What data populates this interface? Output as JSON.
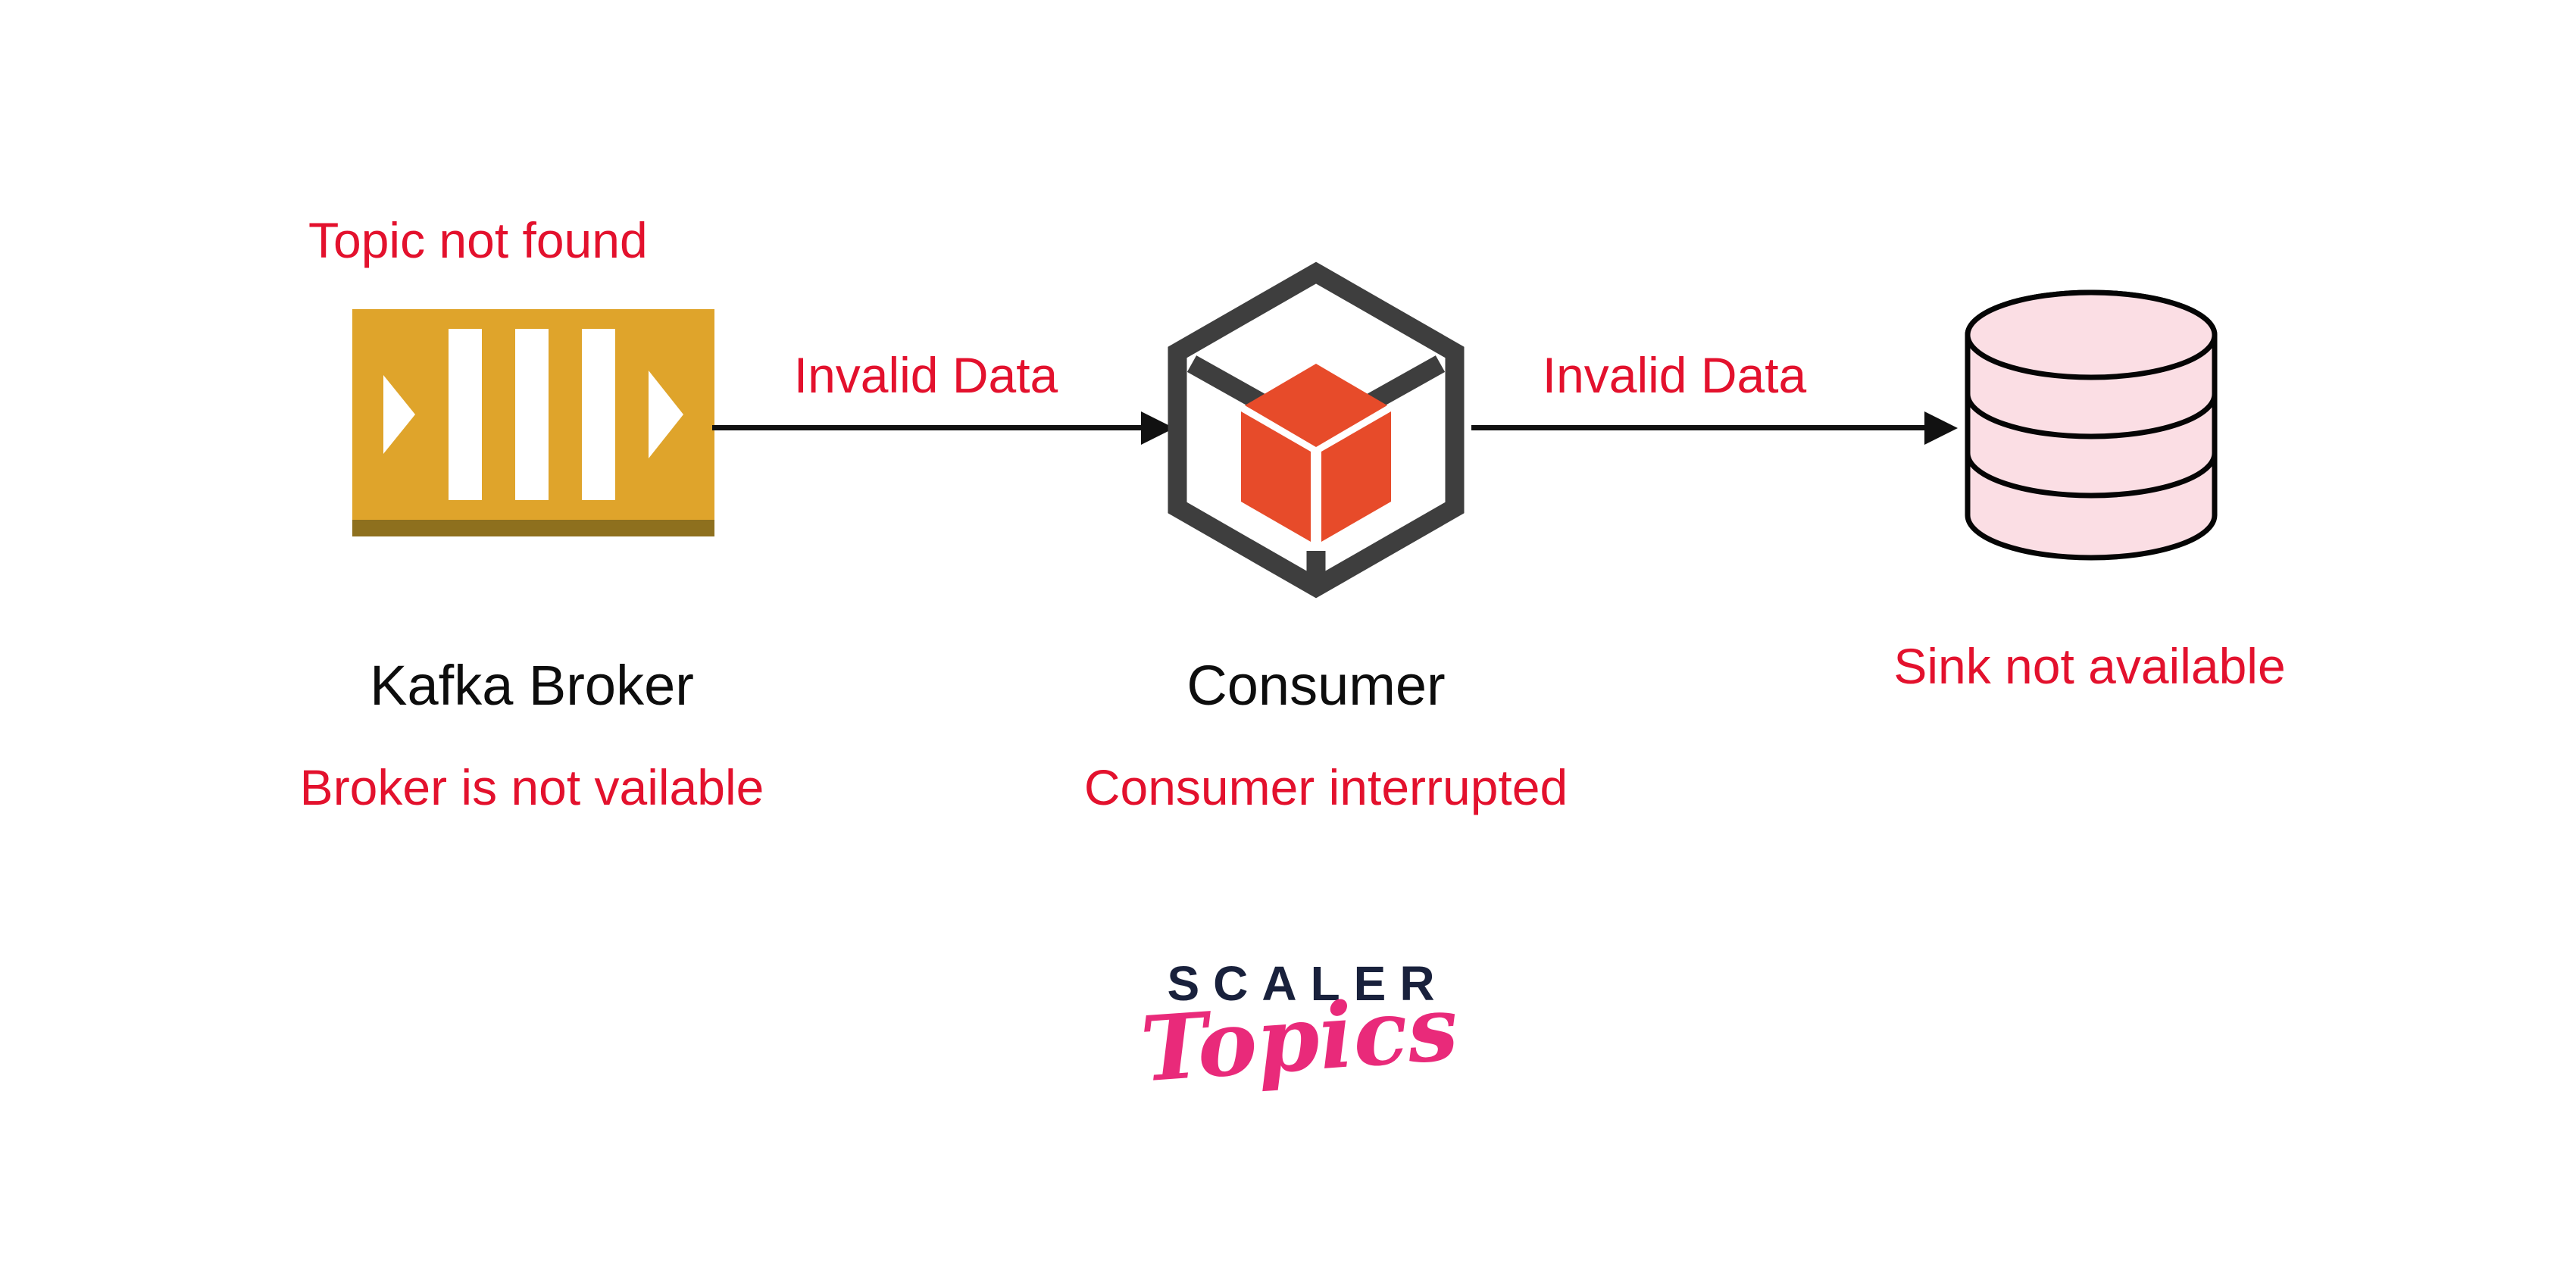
{
  "background": "#FFFFFF",
  "colors": {
    "error_red": "#E3112D",
    "label_black": "#0D0D0D",
    "arrow_black": "#111111",
    "broker_gold": "#DFA42B",
    "broker_base_gold": "#8E701E",
    "broker_glyph_white": "#FFFFFF",
    "cube_outline_gray": "#3E3E3E",
    "cube_fill_orange": "#E74B2A",
    "sink_fill_pink": "#FBDEE4",
    "sink_stroke_black": "#050505",
    "logo_navy": "#19213C",
    "logo_pink": "#E92A7A"
  },
  "nodes": {
    "broker": {
      "label": "Kafka Broker",
      "annotation_above": "Topic not found",
      "annotation_below": "Broker is not vailable",
      "icon": "kafka-broker-queue-icon"
    },
    "consumer": {
      "label": "Consumer",
      "annotation_below": "Consumer interrupted",
      "icon": "consumer-cube-icon"
    },
    "sink": {
      "annotation_below": "Sink not available",
      "icon": "database-cylinder-icon"
    }
  },
  "edges": {
    "broker_to_consumer": {
      "label": "Invalid Data"
    },
    "consumer_to_sink": {
      "label": "Invalid Data"
    }
  },
  "logo": {
    "brand": "SCALER",
    "wordmark": "Topics"
  }
}
